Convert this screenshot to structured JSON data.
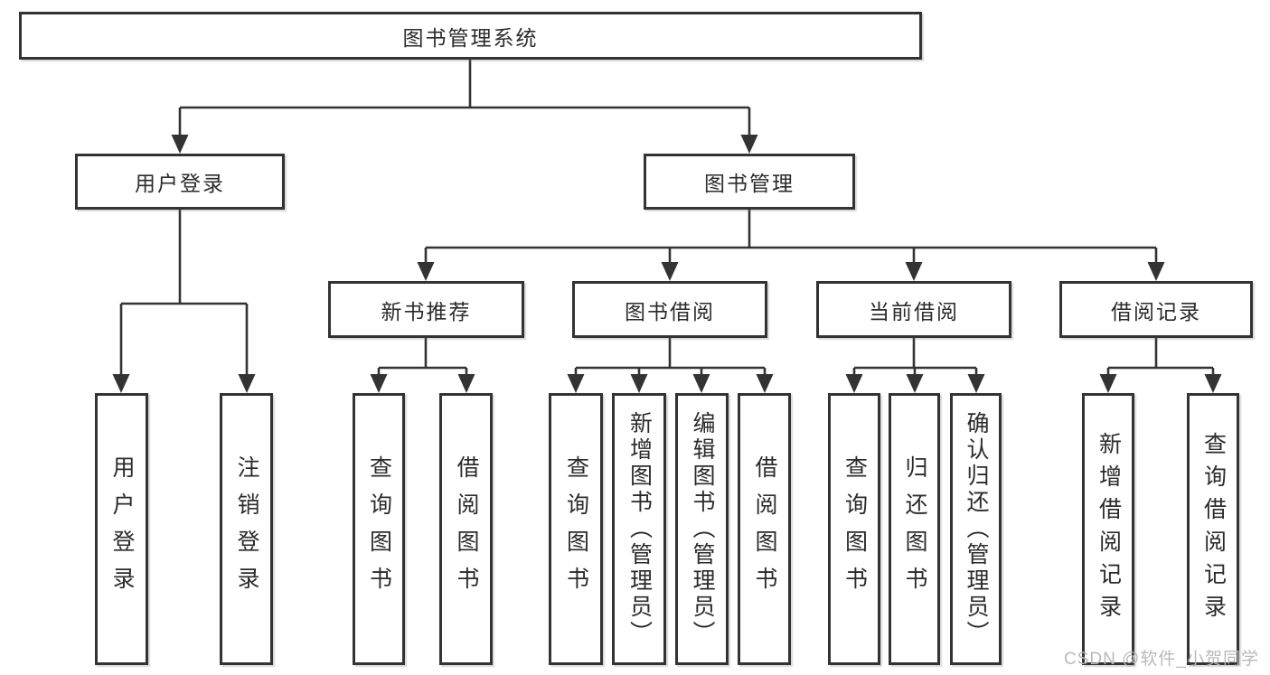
{
  "tree": {
    "root": "图书管理系统",
    "branches": [
      {
        "label": "用户登录",
        "leaves": [
          "用户登录",
          "注销登录"
        ]
      },
      {
        "label": "图书管理",
        "groups": [
          {
            "label": "新书推荐",
            "leaves": [
              "查询图书",
              "借阅图书"
            ]
          },
          {
            "label": "图书借阅",
            "leaves": [
              "查询图书",
              "新增图书（管理员）",
              "编辑图书（管理员）",
              "借阅图书"
            ]
          },
          {
            "label": "当前借阅",
            "leaves": [
              "查询图书",
              "归还图书",
              "确认归还（管理员）"
            ]
          },
          {
            "label": "借阅记录",
            "leaves": [
              "新增借阅记录",
              "查询借阅记录"
            ]
          }
        ]
      }
    ]
  },
  "watermark": "CSDN @软件_小贺同学",
  "colors": {
    "line": "#333333",
    "text": "#2b2b2b",
    "watermark": "#b9b9b9",
    "background": "#ffffff"
  }
}
